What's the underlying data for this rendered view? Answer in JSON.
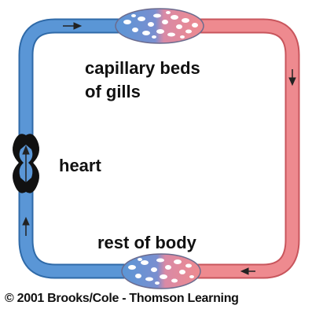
{
  "labels": {
    "gills_line1": "capillary beds",
    "gills_line2": "of gills",
    "heart": "heart",
    "body": "rest of body"
  },
  "copyright": "© 2001 Brooks/Cole - Thomson Learning",
  "colors": {
    "deoxygenated": "#5a96d6",
    "deoxygenated_dark": "#2f6aa8",
    "oxygenated": "#ee8a8f",
    "oxygenated_dark": "#c8555c",
    "capillary_cell": "#ffffff",
    "heart": "#111111",
    "arrow": "#222222"
  },
  "flow_direction": "clockwise"
}
